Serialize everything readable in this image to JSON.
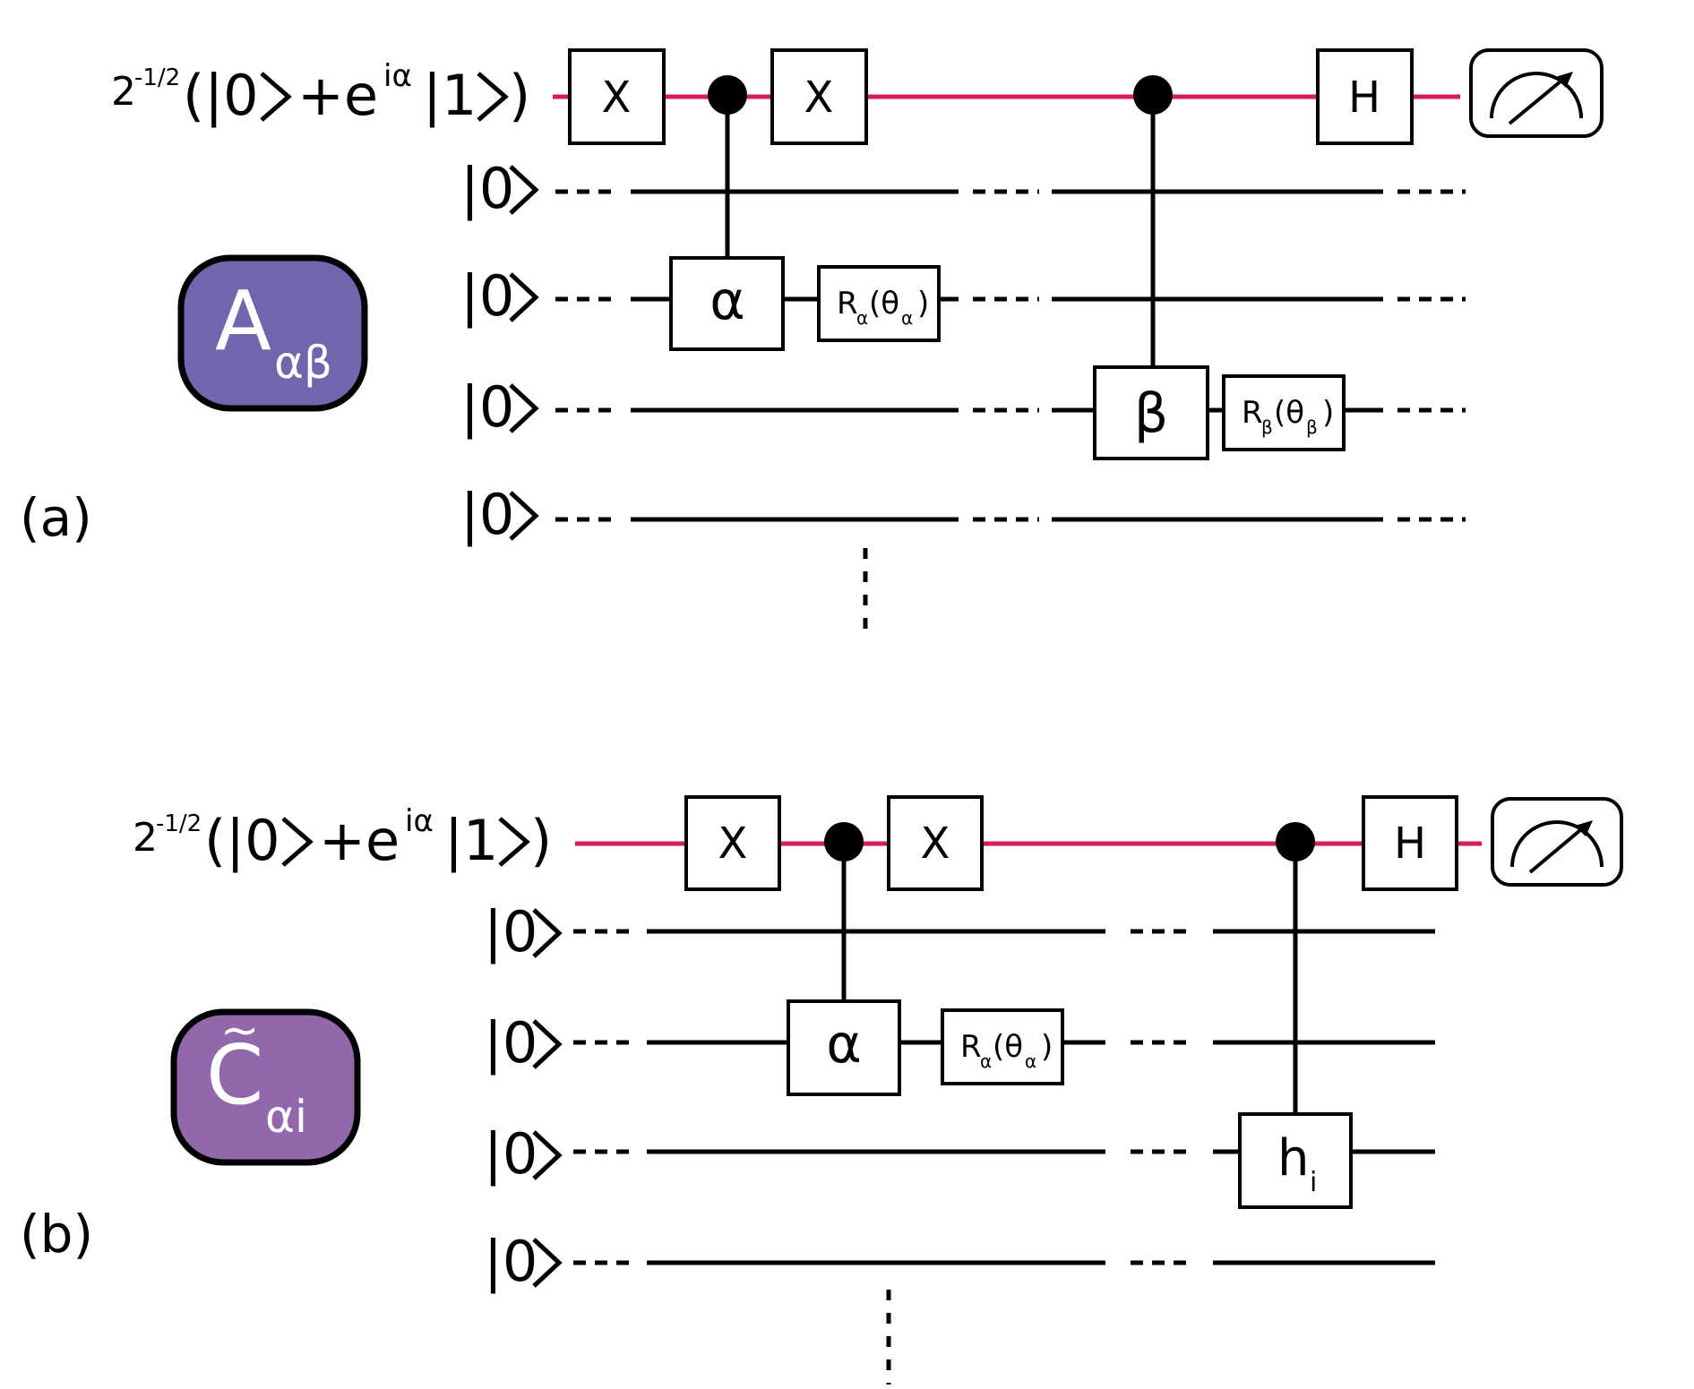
{
  "panel_a": {
    "label": "(a)",
    "state_prefix": "2",
    "state_exp": "-1/2",
    "state_body_1": "(|0",
    "state_body_2": "+e",
    "state_exp2": "iα",
    "state_body_3": "|1",
    "state_close": ")",
    "ket_zero": "|0",
    "gate_x1": "X",
    "gate_x2": "X",
    "gate_h": "H",
    "gate_alpha": "α",
    "gate_beta": "β",
    "rot_alpha_main": "R",
    "rot_alpha_sub": "α",
    "rot_alpha_arg": "(θ",
    "rot_alpha_arg_sub": "α",
    "rot_close": ")",
    "rot_beta_main": "R",
    "rot_beta_sub": "β",
    "rot_beta_arg": "(θ",
    "rot_beta_arg_sub": "β",
    "badge_main": "A",
    "badge_sub": "αβ",
    "badge_color": "#7264ad"
  },
  "panel_b": {
    "label": "(b)",
    "state_prefix": "2",
    "state_exp": "-1/2",
    "state_body_1": "(|0",
    "state_body_2": "+e",
    "state_exp2": "iα",
    "state_body_3": "|1",
    "state_close": ")",
    "ket_zero": "|0",
    "gate_x1": "X",
    "gate_x2": "X",
    "gate_h": "H",
    "gate_alpha": "α",
    "gate_h_i_main": "h",
    "gate_h_i_sub": "i",
    "rot_alpha_main": "R",
    "rot_alpha_sub": "α",
    "rot_alpha_arg": "(θ",
    "rot_alpha_arg_sub": "α",
    "rot_close": ")",
    "badge_main": "C",
    "badge_tilde": "~",
    "badge_sub": "αi",
    "badge_color": "#9268ad"
  },
  "colors": {
    "ancilla_wire": "#d81b5e"
  },
  "icons": [
    "measurement-meter-icon",
    "ket-angle-icon",
    "vertical-ellipsis-icon"
  ]
}
